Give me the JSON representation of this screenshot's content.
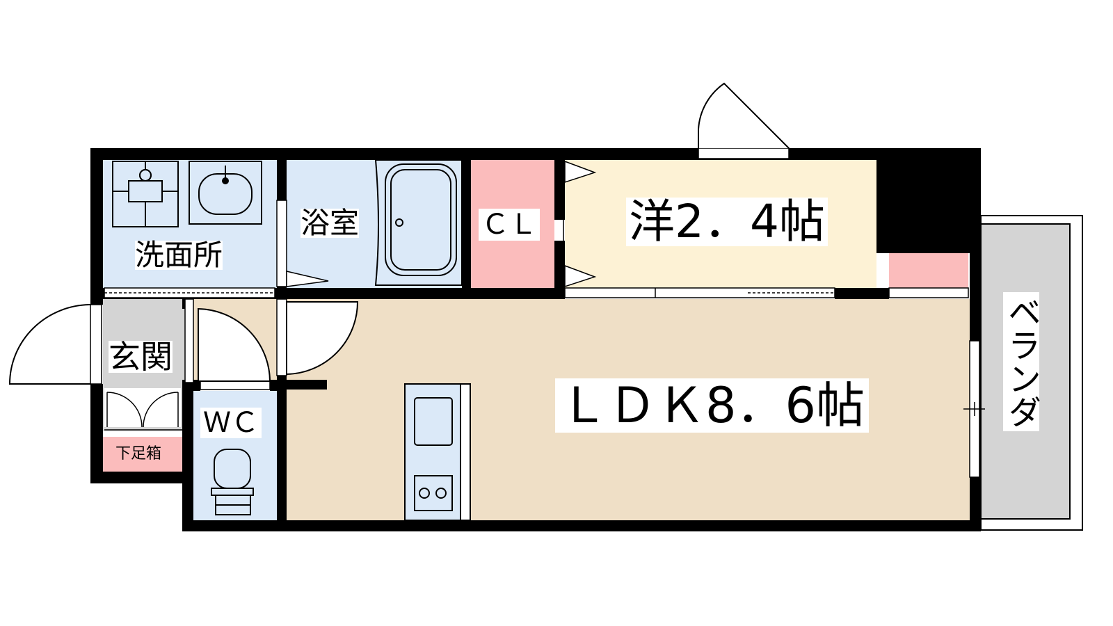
{
  "rooms": {
    "washroom": "洗面所",
    "bathroom": "浴室",
    "closet": "ＣＬ",
    "western_room": "洋2．4帖",
    "entrance": "玄関",
    "toilet": "ＷＣ",
    "shoe_box": "下足箱",
    "ldk": "ＬＤＫ8．6帖",
    "balcony": "ベランダ"
  },
  "colors": {
    "wall": "#000000",
    "wet_area": "#dbe9f8",
    "closet": "#fbbcbc",
    "western_room": "#fdf2d5",
    "ldk": "#efdfc6",
    "entrance": "#d4d4d4",
    "balcony": "#d4d4d4"
  }
}
